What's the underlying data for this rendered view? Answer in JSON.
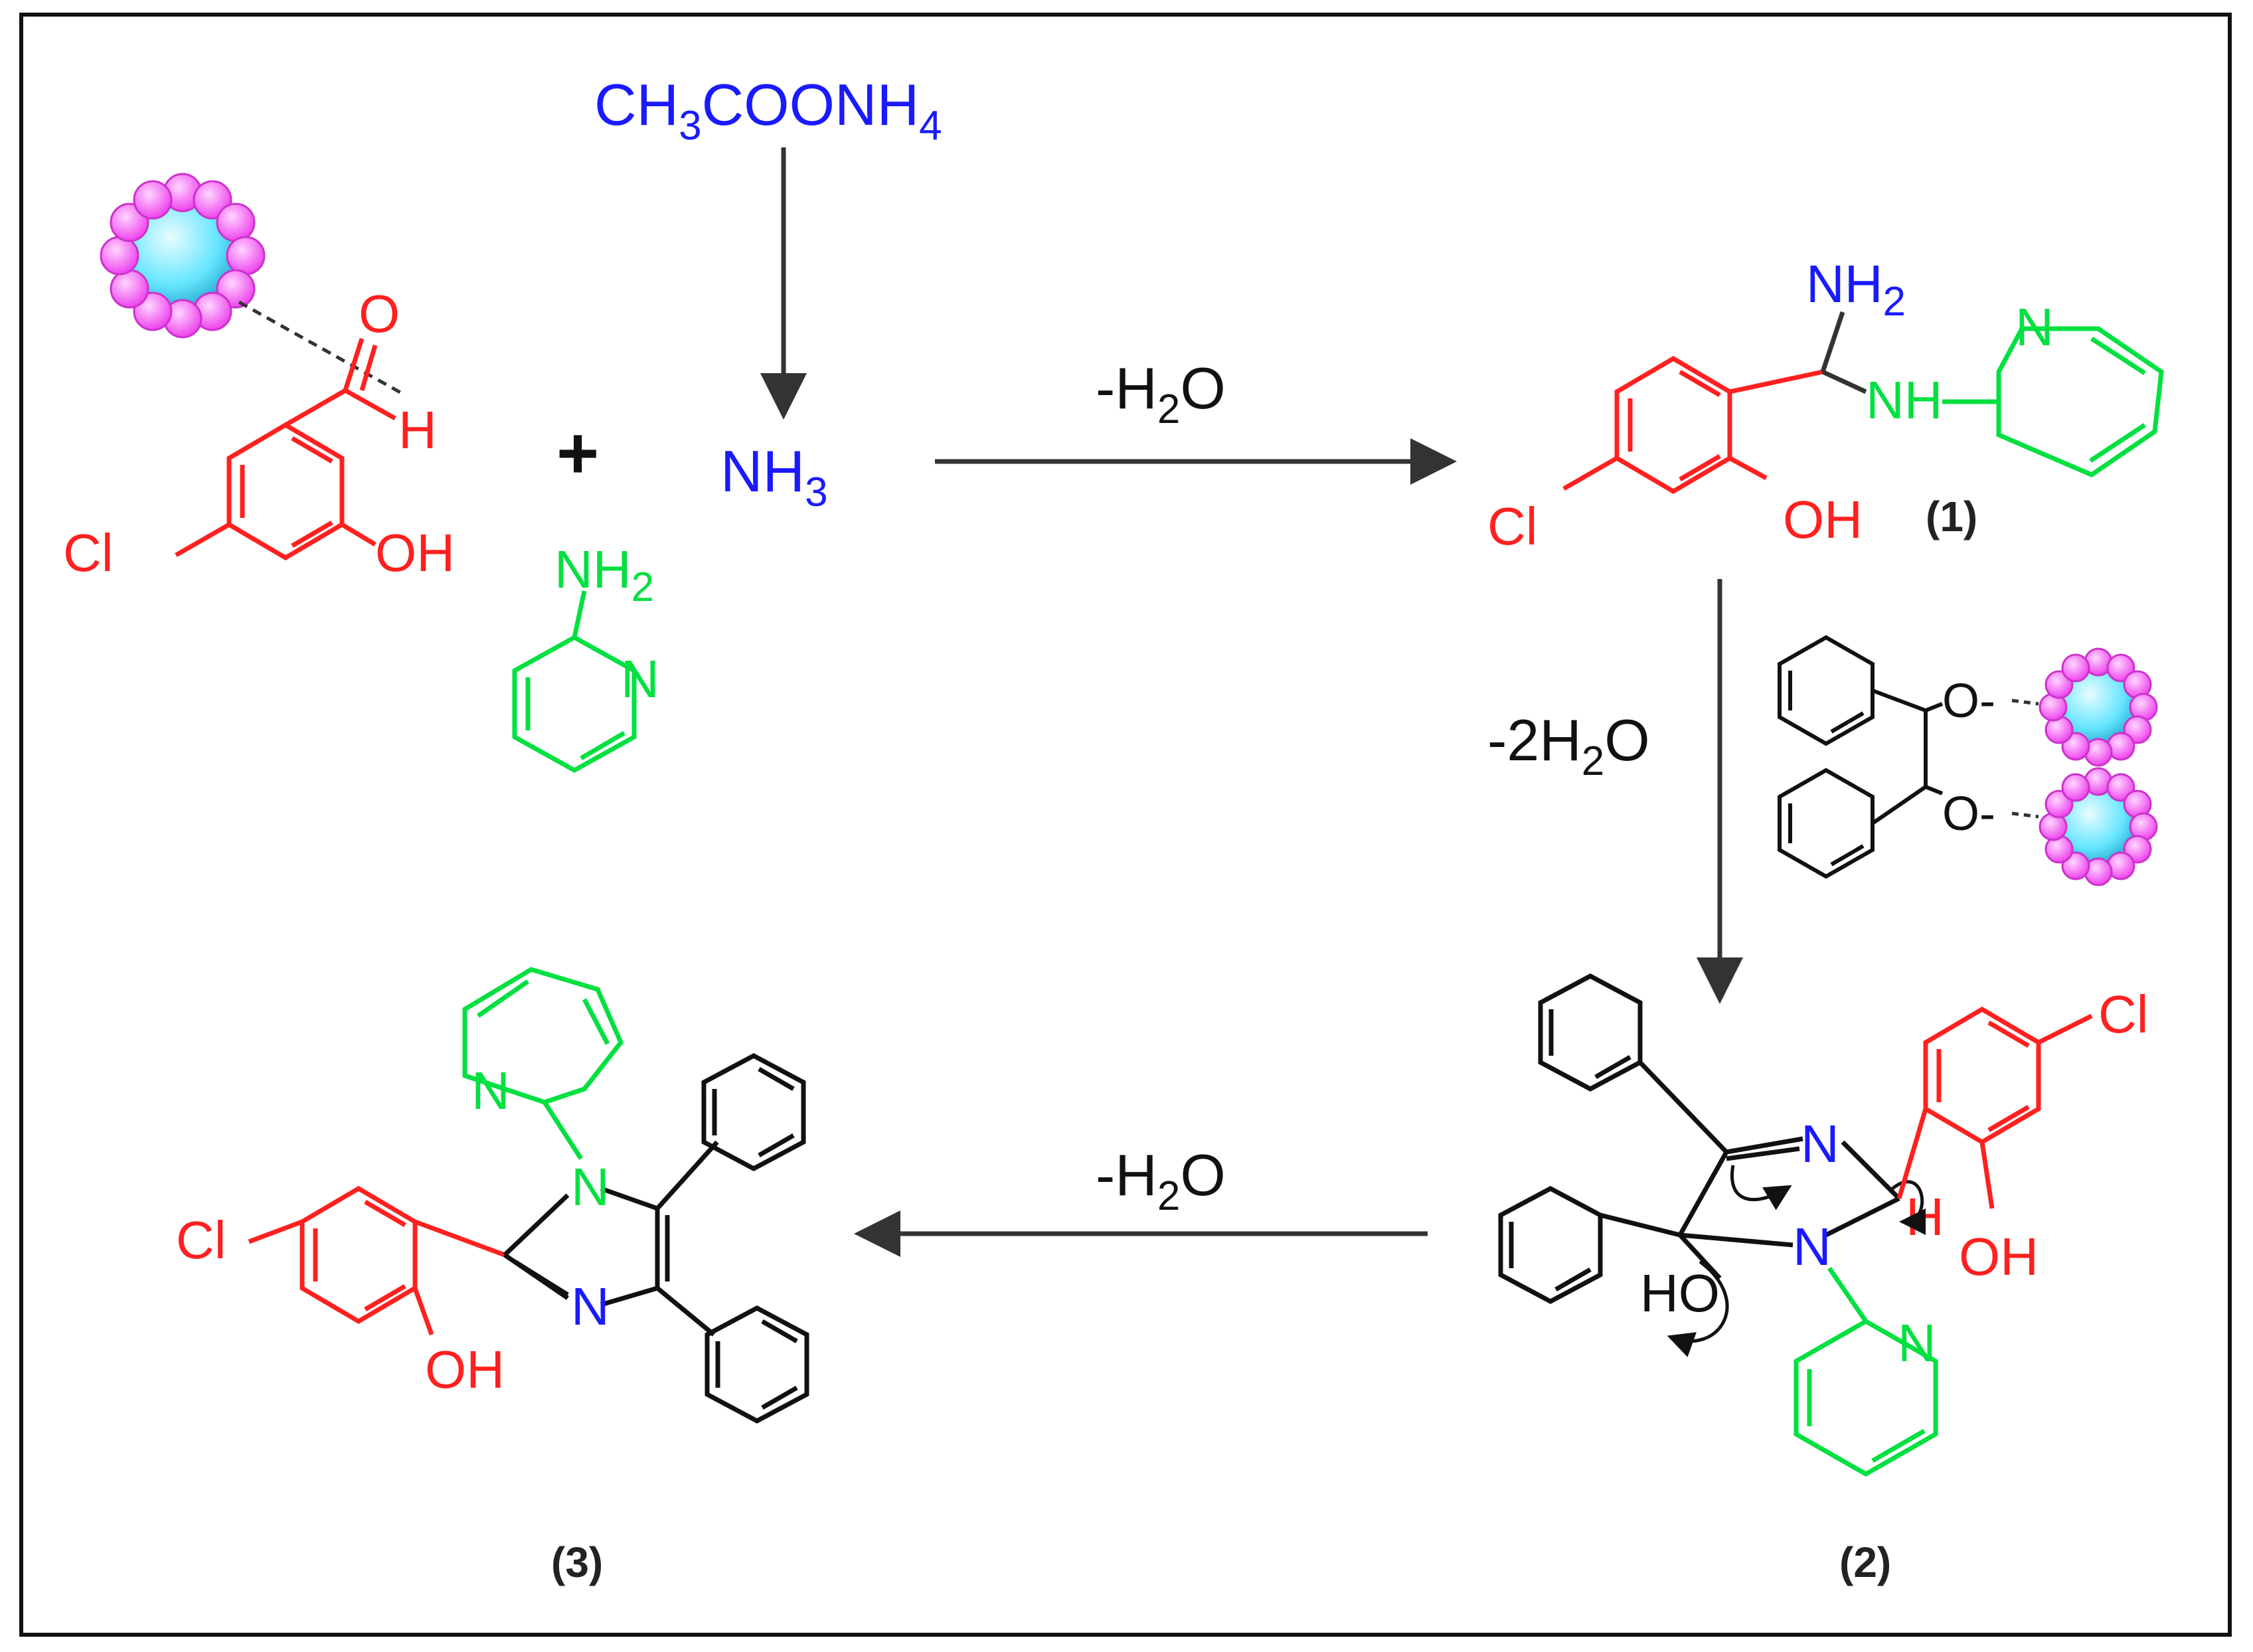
{
  "colors": {
    "frame": "#111111",
    "reagent_blue": "#1a1aff",
    "aldehyde_red": "#ff2020",
    "pyridine_green": "#00e040",
    "imidazole_blue": "#1a1aff",
    "black": "#111111",
    "nanoparticle_core": "#66e6ff",
    "nanoparticle_shell": "#ff66ff"
  },
  "reagents": {
    "ammonium_acetate": {
      "a": "CH",
      "b": "3",
      "c": "COONH",
      "d": "4"
    },
    "ammonia": {
      "a": "NH",
      "b": "3"
    },
    "plus": "+",
    "amine": {
      "a": "NH",
      "b": "2"
    }
  },
  "steps": {
    "step1": {
      "a": "-H",
      "b": "2",
      "c": "O"
    },
    "step2": {
      "a": "-2H",
      "b": "2",
      "c": "O"
    },
    "step3": {
      "a": "-H",
      "b": "2",
      "c": "O"
    }
  },
  "compounds": {
    "c1": "(1)",
    "c2": "(2)",
    "c3": "(3)"
  },
  "atoms": {
    "O": "O",
    "H": "H",
    "Cl": "Cl",
    "OH": "OH",
    "HO": "HO",
    "N": "N",
    "NH": "NH",
    "NH2": {
      "a": "NH",
      "b": "2"
    },
    "O_minus": "O-"
  },
  "icons": [
    "nanoparticle-icon",
    "reaction-arrow-icon",
    "benzene-ring-icon",
    "pyridine-ring-icon",
    "electron-push-arrow-icon"
  ]
}
